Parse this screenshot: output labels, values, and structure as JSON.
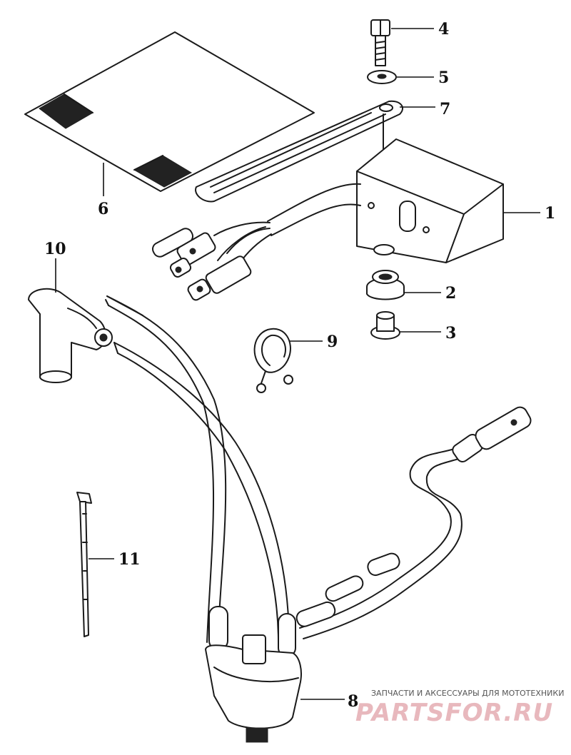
{
  "callouts": {
    "c1": "1",
    "c2": "2",
    "c3": "3",
    "c4": "4",
    "c5": "5",
    "c6": "6",
    "c7": "7",
    "c8": "8",
    "c9": "9",
    "c10": "10",
    "c11": "11"
  },
  "watermark": {
    "caption": "ЗАПЧАСТИ И АКСЕССУАРЫ ДЛЯ МОТОТЕХНИКИ",
    "logo": "PARTSFOR.RU"
  },
  "colors": {
    "ink": "#1a1a1a",
    "watermark": "#e8b8bd",
    "background": "#ffffff"
  }
}
